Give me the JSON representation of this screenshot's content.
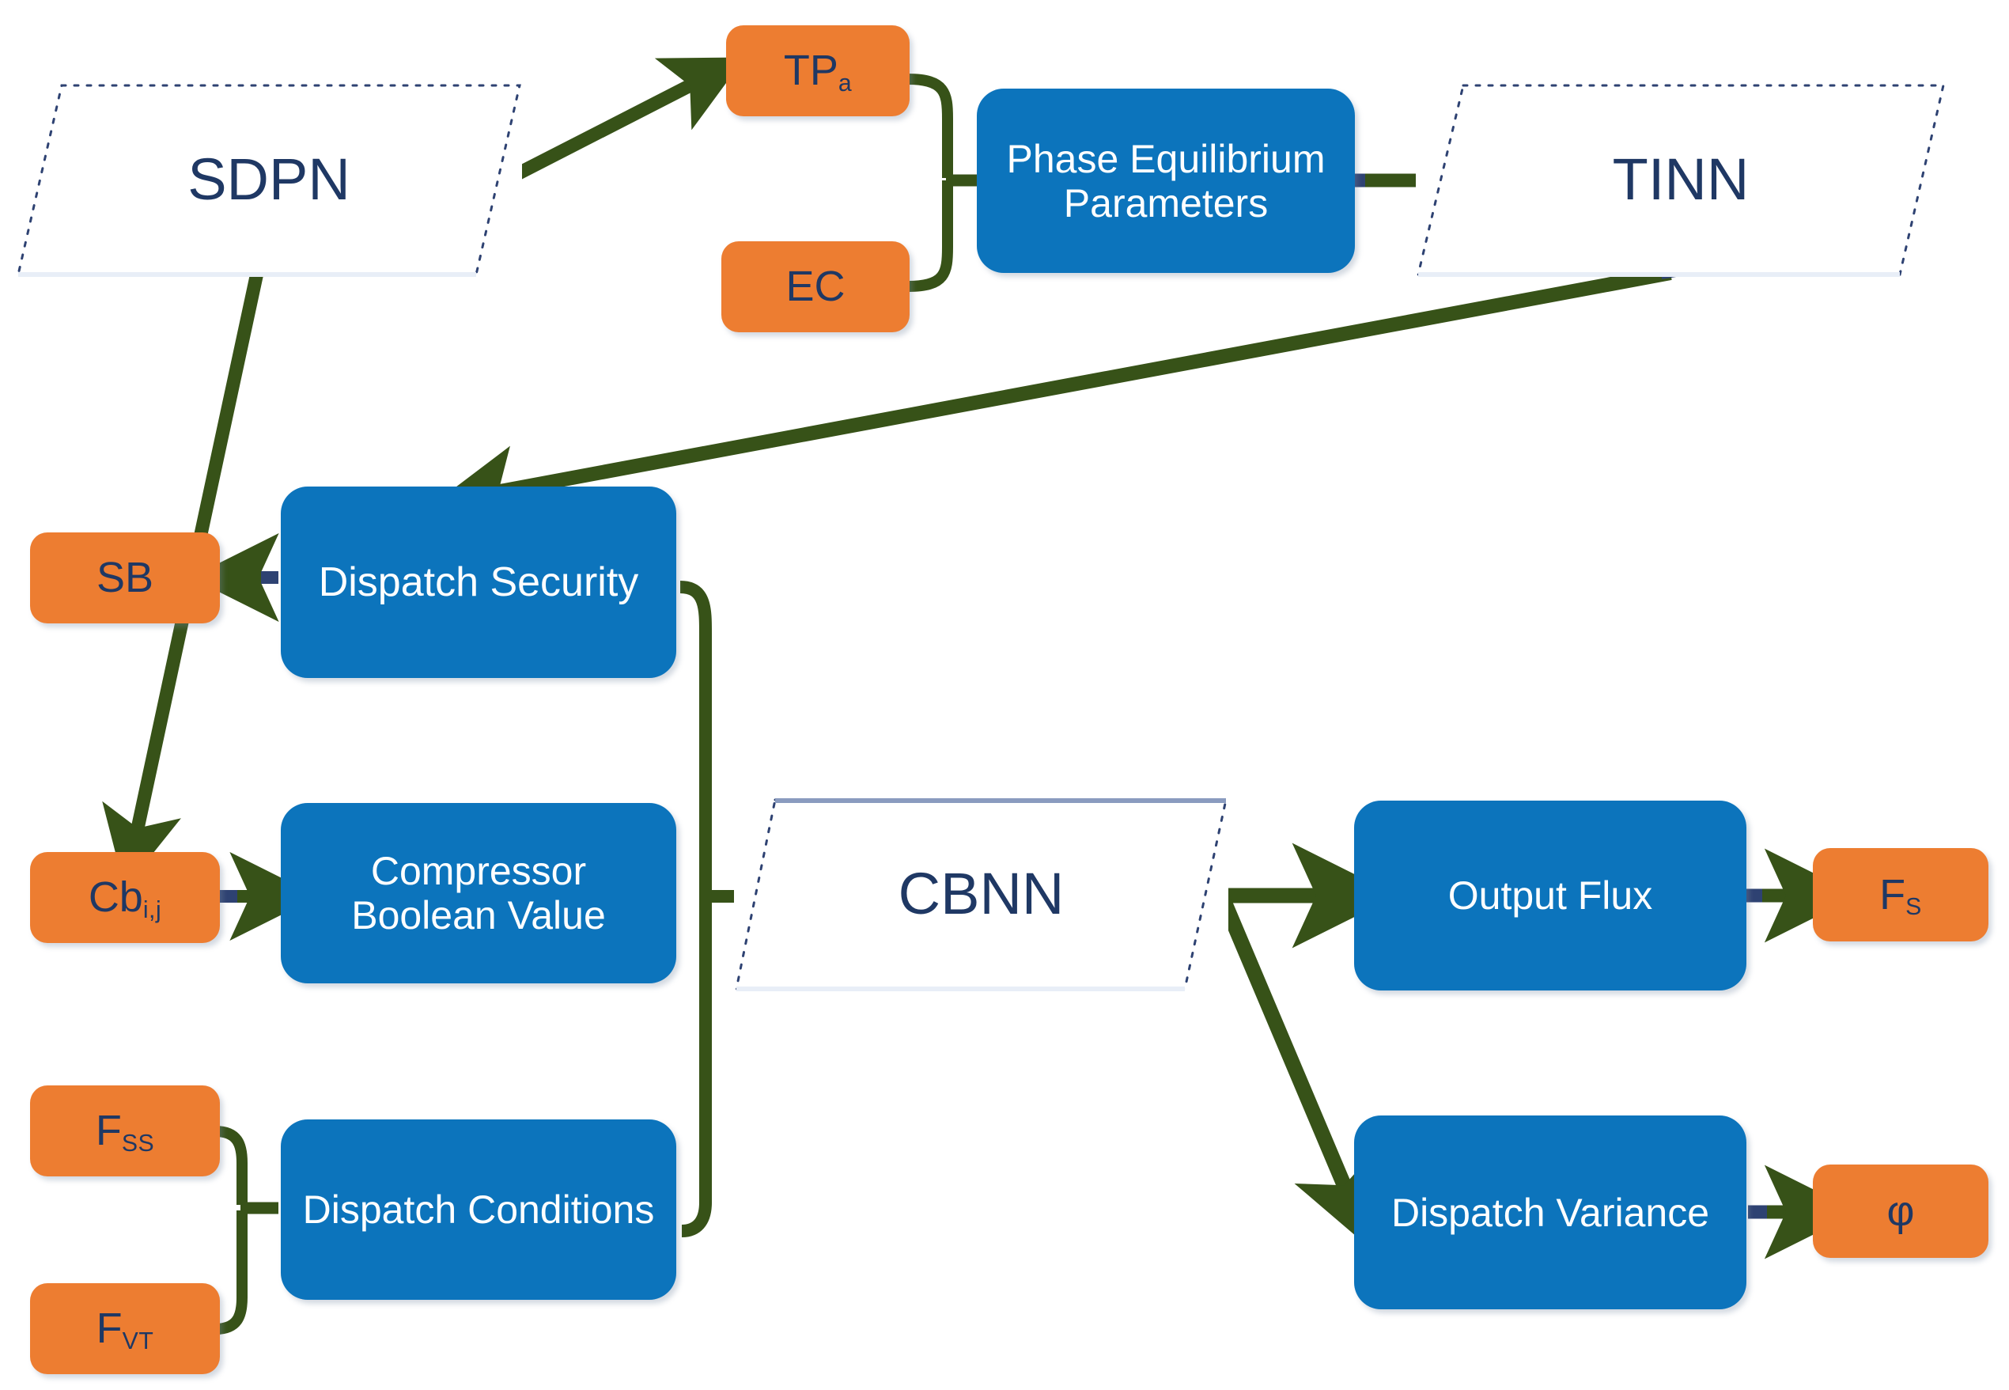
{
  "diagram": {
    "title_nodes": {
      "sdpn": "SDPN",
      "tinn": "TINN",
      "cbnn": "CBNN"
    },
    "process_nodes": {
      "phase_equilibrium": "Phase Equilibrium Parameters",
      "dispatch_security": "Dispatch Security",
      "compressor_boolean": "Compressor Boolean Value",
      "dispatch_conditions": "Dispatch Conditions",
      "output_flux": "Output Flux",
      "dispatch_variance": "Dispatch Variance"
    },
    "variable_nodes": {
      "tpa_base": "TP",
      "tpa_sub": "a",
      "ec": "EC",
      "sb": "SB",
      "cb_base": "Cb",
      "cb_sub": "i,j",
      "fss_base": "F",
      "fss_sub": "SS",
      "fvt_base": "F",
      "fvt_sub": "VT",
      "fs_base": "F",
      "fs_sub": "S",
      "phi": "φ"
    },
    "colors": {
      "process_blue": "#0C74BC",
      "variable_orange": "#ED7D31",
      "arrow_green": "#375218",
      "text_navy": "#1F3864",
      "parallelogram_outline": "#2E4272"
    }
  }
}
